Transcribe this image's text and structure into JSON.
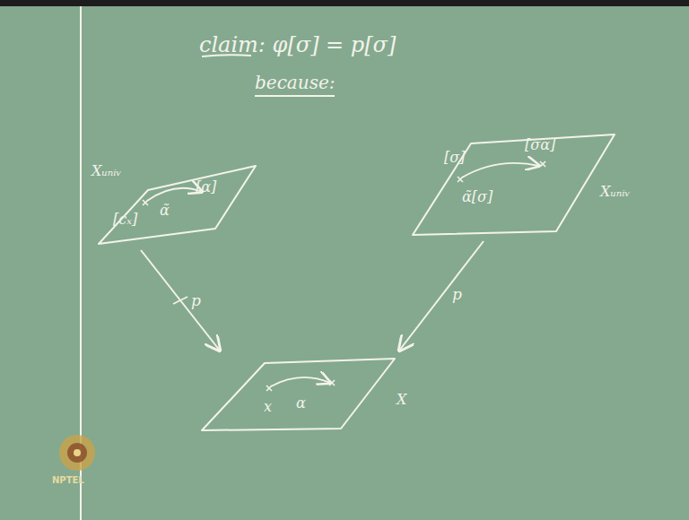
{
  "diagram": {
    "title": "claim: φ[σ] = p[σ]",
    "nodes": [
      {
        "text": [
          "Xᵤₙᵢᵥ",
          "[cₓ]",
          "α̃",
          "[α]"
        ]
      },
      {
        "text": [
          "[σ]",
          "[σα]",
          "α̃[σ]",
          "Xᵤₙᵢᵥ"
        ]
      },
      {
        "text": [
          "x",
          "α",
          "X"
        ]
      }
    ],
    "edges": [
      {
        "from": 0,
        "to": 2,
        "label": "p",
        "arrow": "to"
      },
      {
        "from": 1,
        "to": 2,
        "label": "p",
        "arrow": "to"
      }
    ],
    "labels": [
      "because:",
      "NPTEL"
    ]
  }
}
